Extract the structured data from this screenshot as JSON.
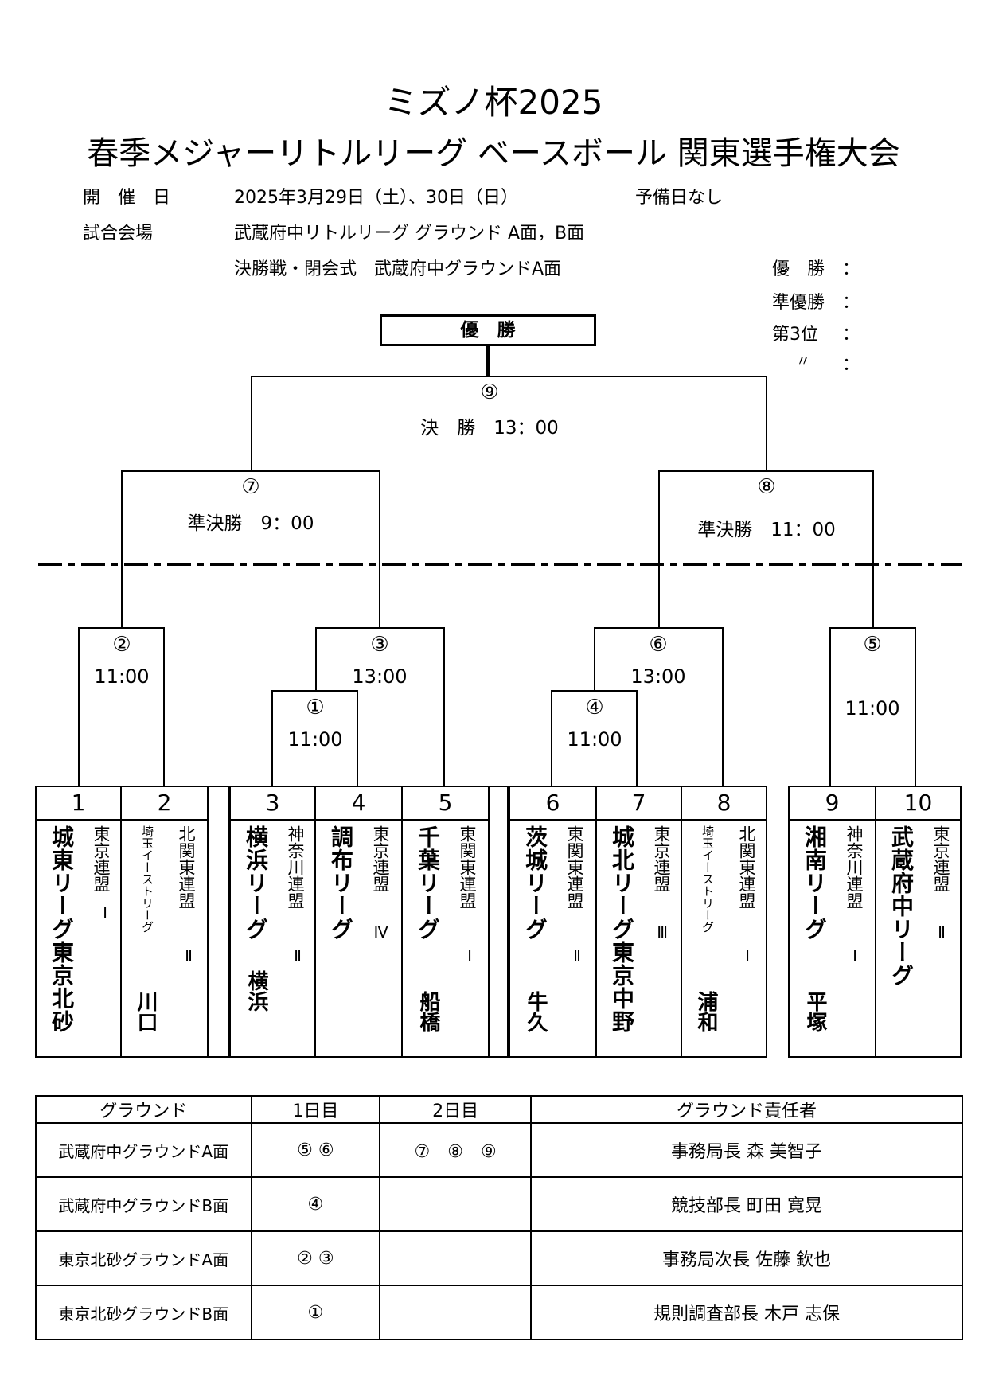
{
  "title": {
    "line1": "ミズノ杯2025",
    "line2": "春季メジャーリトルリーグ ベースボール 関東選手権大会"
  },
  "info": {
    "date_label": "開　催　日",
    "date_value": "2025年3月29日（土）、30日（日）",
    "reserve": "予備日なし",
    "venue_label": "試合会場",
    "venue_value": "武蔵府中リトルリーグ グラウンド A面，B面",
    "final_venue": "決勝戦・閉会式　武蔵府中グラウンドA面"
  },
  "results": [
    {
      "label": "優　勝",
      "sep": "："
    },
    {
      "label": "準優勝",
      "sep": "："
    },
    {
      "label": "第3位",
      "sep": "："
    },
    {
      "label": "〃",
      "sep": "："
    }
  ],
  "champion_label": "優　勝",
  "games": {
    "g1": {
      "num": "①",
      "time": "11:00"
    },
    "g2": {
      "num": "②",
      "time": "11:00"
    },
    "g3": {
      "num": "③",
      "time": "13:00"
    },
    "g4": {
      "num": "④",
      "time": "11:00"
    },
    "g5": {
      "num": "⑤",
      "time": "11:00"
    },
    "g6": {
      "num": "⑥",
      "time": "13:00"
    },
    "g7": {
      "num": "⑦",
      "label": "準決勝　9：00"
    },
    "g8": {
      "num": "⑧",
      "label": "準決勝　11：00"
    },
    "g9": {
      "num": "⑨",
      "label": "決　勝　13：00"
    }
  },
  "teams": [
    {
      "num": "1",
      "name": "城東リーグ東京北砂",
      "league": "東京連盟",
      "roman": "Ⅰ"
    },
    {
      "num": "2",
      "name": "埼玉イーストリーグ",
      "sub": "川口",
      "league": "北関東連盟",
      "roman": "Ⅱ"
    },
    {
      "num": "3",
      "name": "横浜リーグ",
      "sub": "横浜",
      "league": "神奈川連盟",
      "roman": "Ⅱ"
    },
    {
      "num": "4",
      "name": "調布リーグ",
      "league": "東京連盟",
      "roman": "Ⅳ"
    },
    {
      "num": "5",
      "name": "千葉リーグ",
      "sub": "船橋",
      "league": "東関東連盟",
      "roman": "Ⅰ"
    },
    {
      "num": "6",
      "name": "茨城リーグ",
      "sub": "牛久",
      "league": "東関東連盟",
      "roman": "Ⅱ"
    },
    {
      "num": "7",
      "name": "城北リーグ東京中野",
      "league": "東京連盟",
      "roman": "Ⅲ"
    },
    {
      "num": "8",
      "name": "埼玉イーストリーグ",
      "sub": "浦和",
      "league": "北関東連盟",
      "roman": "Ⅰ"
    },
    {
      "num": "9",
      "name": "湘南リーグ",
      "sub": "平塚",
      "league": "神奈川連盟",
      "roman": "Ⅰ"
    },
    {
      "num": "10",
      "name": "武蔵府中リーグ",
      "league": "東京連盟",
      "roman": "Ⅱ"
    }
  ],
  "ground_table": {
    "headers": [
      "グラウンド",
      "1日目",
      "2日目",
      "グラウンド責任者"
    ],
    "rows": [
      [
        "武蔵府中グラウンドA面",
        "⑤ ⑥",
        "⑦　⑧　⑨",
        "事務局長 森 美智子"
      ],
      [
        "武蔵府中グラウンドB面",
        "④",
        "",
        "競技部長 町田 寛晃"
      ],
      [
        "東京北砂グラウンドA面",
        "② ③",
        "",
        "事務局次長 佐藤 欽也"
      ],
      [
        "東京北砂グラウンドB面",
        "①",
        "",
        "規則調査部長 木戸 志保"
      ]
    ]
  }
}
